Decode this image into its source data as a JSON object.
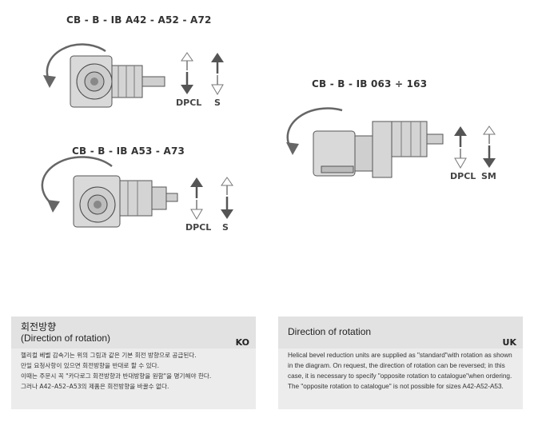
{
  "diagrams": {
    "a42": {
      "title": "CB - B - IB A42 - A52 - A72",
      "label_left": "DPCL",
      "label_right": "S"
    },
    "a53": {
      "title": "CB - B - IB A53 - A73",
      "label_left": "DPCL",
      "label_right": "S"
    },
    "o63": {
      "title": "CB - B - IB 063 ÷ 163",
      "label_left": "DPCL",
      "label_right": "SM"
    }
  },
  "panel_ko": {
    "title_line1": "회전방향",
    "title_line2": "(Direction of rotation)",
    "lang": "KO",
    "body": [
      "헬리컬 베벨 감속기는 위의 그림과 같은 기본 회전 방향으로 공급된다.",
      "만일 요청사항이 있으면 회전방향을 반대로 할 수 있다.",
      "이때는 주문시 꼭 \"카다로그 회전방향과 반대방향을 원함\"을 명기해야 한다.",
      "그러나 A42–A52–A53의 제품은 회전방향을 바꿀수 없다."
    ]
  },
  "panel_uk": {
    "title": "Direction of rotation",
    "lang": "UK",
    "body": [
      "Helical bevel reduction units are supplied as \"standard\"with rotation as shown",
      "in the diagram. On request, the direction of rotation can be reversed; in this",
      "case, it is necessary to specify \"opposite rotation to catalogue\"when ordering.",
      "The \"opposite rotation to catalogue\" is not possible for sizes A42-A52-A53."
    ]
  }
}
